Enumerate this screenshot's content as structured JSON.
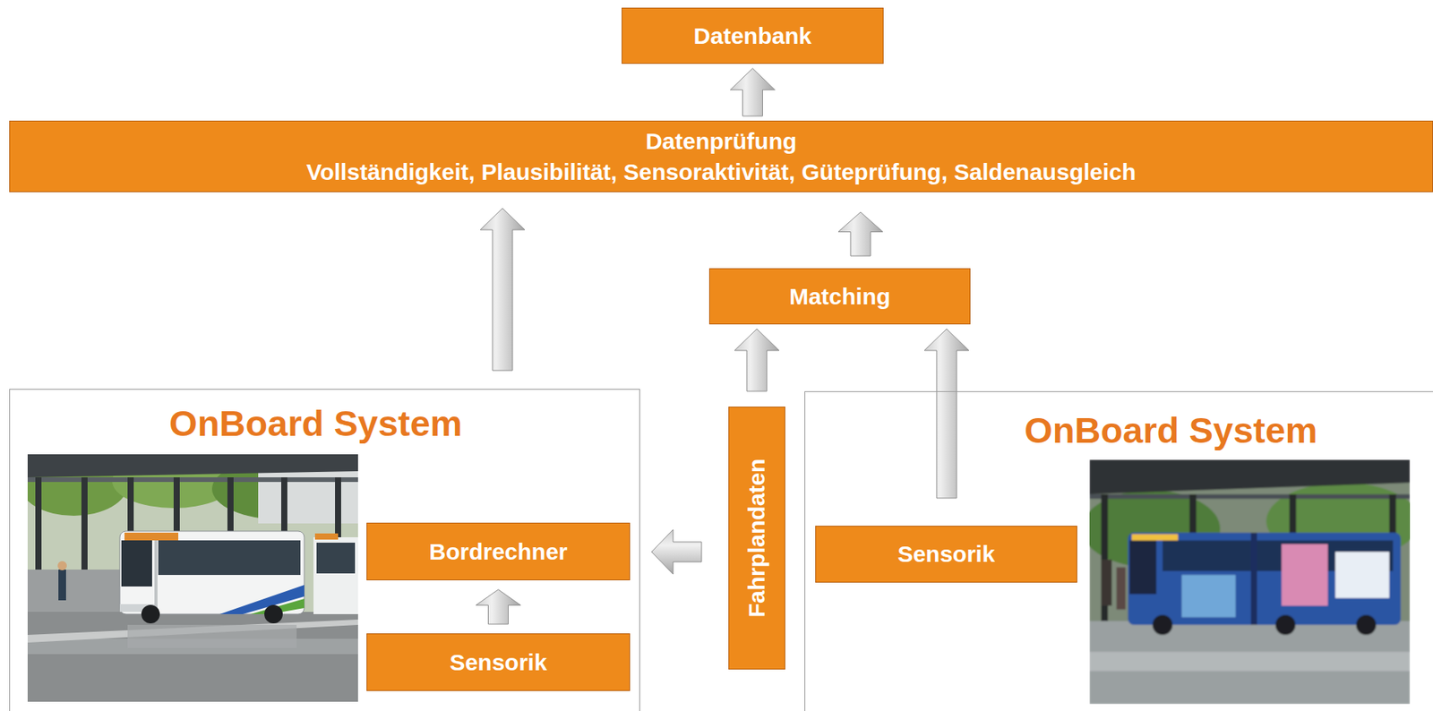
{
  "diagram": {
    "nodes": [
      {
        "text": [
          "Datenbank"
        ]
      },
      {
        "text": [
          "Datenprüfung",
          "Vollständigkeit, Plausibilität, Sensoraktivität, Güteprüfung, Saldenausgleich"
        ]
      },
      {
        "text": [
          "Matching"
        ]
      },
      {
        "text": [
          "OnBoard System"
        ]
      },
      {
        "text": [
          "Bordrechner"
        ],
        "in": 3
      },
      {
        "text": [
          "Sensorik"
        ],
        "in": 3
      },
      {
        "text": [
          "Fahrplandaten"
        ]
      },
      {
        "text": [
          "OnBoard System"
        ]
      },
      {
        "text": [
          "Sensorik"
        ],
        "in": 7
      }
    ],
    "edges": [
      {
        "from": 1,
        "to": 0,
        "arrow": "to"
      },
      {
        "from": 3,
        "to": 1,
        "arrow": "to"
      },
      {
        "from": 2,
        "to": 1,
        "arrow": "to"
      },
      {
        "from": 6,
        "to": 2,
        "arrow": "to"
      },
      {
        "from": 8,
        "to": 2,
        "arrow": "to"
      },
      {
        "from": 6,
        "to": 4,
        "arrow": "to"
      },
      {
        "from": 5,
        "to": 4,
        "arrow": "to"
      }
    ]
  }
}
